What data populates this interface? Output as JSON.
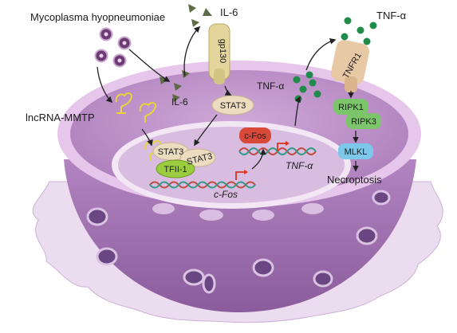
{
  "labels": {
    "pathogen": "Mycoplasma hyopneumoniae",
    "il6_top": "IL-6",
    "il6_mid": "IL-6",
    "receptor_gp130": "gp130",
    "stat3_cyto": "STAT3",
    "lncrna": "lncRNA-MMTP",
    "stat3_a": "STAT3",
    "stat3_b": "STAT3",
    "tfii": "TFII-1",
    "cfos_protein": "c-Fos",
    "tnf_gene": "TNF-α",
    "cfos_gene": "c-Fos",
    "tnf_mid": "TNF-α",
    "tnf_top": "TNF-α",
    "receptor_tnfr1": "TNFR1",
    "ripk1": "RIPK1",
    "ripk3": "RIPK3",
    "mlkl": "MLKL",
    "necroptosis": "Necroptosis"
  },
  "colors": {
    "cell_membrane": "#e7c9ea",
    "cytoplasm": "#bf93cb",
    "nucleus_fill": "#dcc3e3",
    "nucleus_border": "#f6eef8",
    "stat3": "#ecdcc0",
    "tfii": "#9ccc3f",
    "cfos": "#d9493a",
    "ripk": "#7cc56a",
    "mlkl": "#7cc7ea",
    "tnf_dot": "#1f8c4c",
    "il6_triangle": "#5d6b46",
    "receptor": "#e2d39a",
    "rna": "#e8d43a",
    "dna_a": "#c04b3d",
    "dna_b": "#2f9c8a"
  }
}
